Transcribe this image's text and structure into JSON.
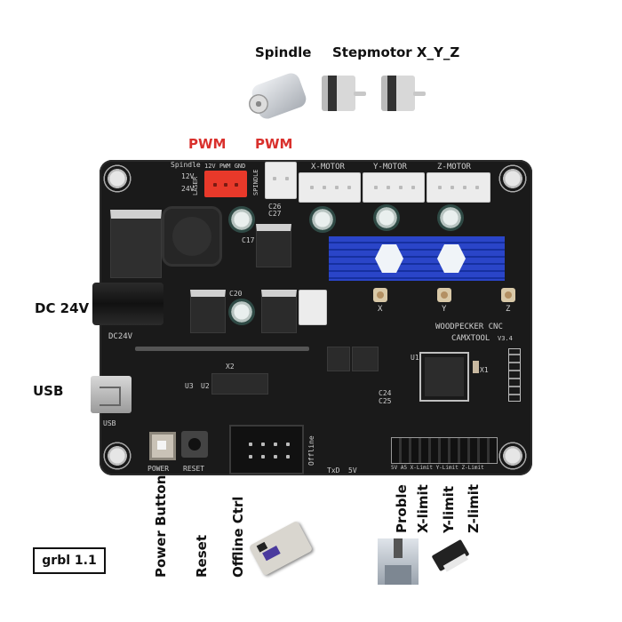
{
  "header_labels": {
    "spindle": "Spindle",
    "stepmotor": "Stepmotor X_Y_Z",
    "pwm_laser": "PWM",
    "pwm_spindle": "PWM"
  },
  "side_labels": {
    "dc": "DC 24V",
    "usb": "USB"
  },
  "badge": "grbl 1.1",
  "bottom_labels": {
    "power_button": "Power Button",
    "reset": "Reset",
    "offline_ctrl": "Offline Ctrl",
    "probe": "Proble",
    "x_limit": "X-limit",
    "y_limit": "Y-limit",
    "z_limit": "Z-limit"
  },
  "board": {
    "brand_line1": "WOODPECKER CNC",
    "brand_line2": "CAMXTOOL",
    "version": "V3.4",
    "silk": {
      "spindle": "Spindle",
      "laser_pins": "12V PWM GND",
      "laser": "LASER",
      "spindle_conn": "SPINDLE",
      "x_motor": "X-MOTOR",
      "y_motor": "Y-MOTOR",
      "z_motor": "Z-MOTOR",
      "v12": "12V",
      "v24": "24V",
      "dc24": "DC24V",
      "usb": "USB",
      "power": "POWER",
      "reset": "RESET",
      "offline": "Offline",
      "txd": "TxD",
      "v5": "5V",
      "header_pins": "5V  A5  X-Limit  Y-Limit  Z-Limit",
      "x": "X",
      "y": "Y",
      "z": "Z",
      "u1": "U1",
      "u2": "U2",
      "u3": "U3",
      "x1": "X1",
      "x2": "X2",
      "c20": "C20",
      "c17": "C17",
      "c26": "C26",
      "c27": "C27",
      "c24": "C24",
      "c25": "C25"
    }
  },
  "colors": {
    "pwm_red": "#d9302c",
    "board": "#1a1a1a",
    "heatsink": "#2a45c8",
    "laser_connector": "#e8392a"
  }
}
